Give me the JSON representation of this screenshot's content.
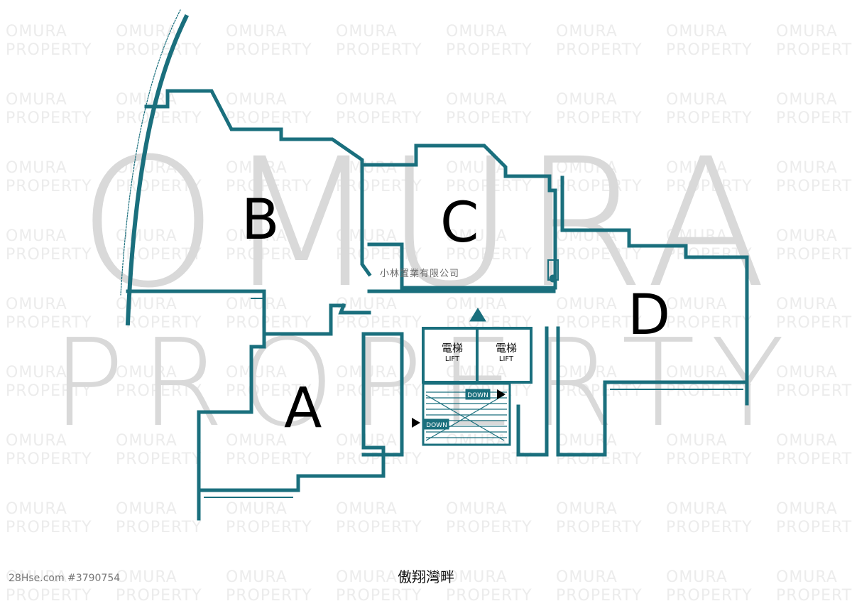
{
  "watermark": {
    "tile_line1": "OMURA",
    "tile_line2": "PROPERTY",
    "big_line1": "OMURA",
    "big_line2": "PROPERTY"
  },
  "floorplan": {
    "units": [
      {
        "id": "A",
        "label": "A"
      },
      {
        "id": "B",
        "label": "B"
      },
      {
        "id": "C",
        "label": "C"
      },
      {
        "id": "D",
        "label": "D"
      }
    ],
    "lifts": [
      {
        "label_zh": "電梯",
        "label_en": "LIFT"
      },
      {
        "label_zh": "電梯",
        "label_en": "LIFT"
      }
    ],
    "stair_signs": [
      "DOWN",
      "DOWN"
    ],
    "company_note": "小林置業有限公司",
    "wall_color": "#1a6f7d"
  },
  "footer": {
    "building_name": "傲翔灣畔",
    "listing_id": "28Hse.com #3790754"
  }
}
